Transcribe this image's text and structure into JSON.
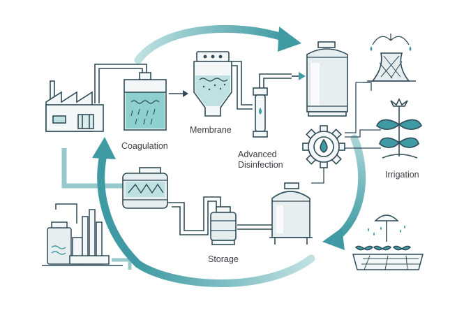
{
  "labels": {
    "coagulation": "Coagulation",
    "membrane": "Membrane",
    "advanced_line1": "Advanced",
    "advanced_line2": "Disinfection",
    "irrigation": "Irrigation",
    "storage": "Storage"
  },
  "colors": {
    "teal": "#3f9aa3",
    "teal_light": "#bfe1e2",
    "teal_pale": "#e3f1f1",
    "outline": "#2f4a57",
    "tank_fill": "#e6eef0",
    "background": "#ffffff"
  },
  "icons": [
    "factory-icon",
    "coagulation-tank-icon",
    "membrane-filter-icon",
    "uv-disinfection-icon",
    "storage-tank-icon",
    "cooling-tower-icon",
    "plant-icon",
    "gear-icon",
    "sprinkler-field-icon",
    "mixing-tank-icon",
    "filter-column-icon",
    "industrial-plant-icon"
  ]
}
